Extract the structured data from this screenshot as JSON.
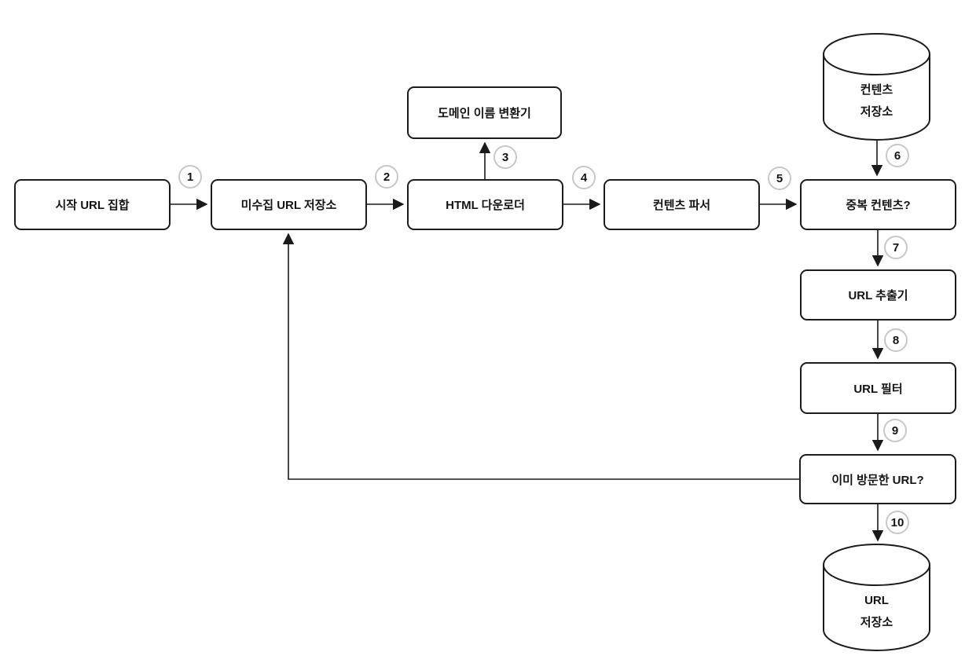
{
  "colors": {
    "background": "#ffffff",
    "node_border": "#1c1c1c",
    "edge_line": "#1a1a1a",
    "badge_border": "#c8c8c8",
    "text": "#141414"
  },
  "nodes": {
    "start_urls": {
      "label": "시작 URL 집합"
    },
    "url_frontier": {
      "label": "미수집 URL 저장소"
    },
    "html_downloader": {
      "label": "HTML 다운로더"
    },
    "dns_resolver": {
      "label": "도메인 이름 변환기"
    },
    "content_parser": {
      "label": "컨텐츠 파서"
    },
    "duplicate_content_check": {
      "label": "중복 컨텐츠?"
    },
    "content_storage": {
      "line1": "컨텐츠",
      "line2": "저장소"
    },
    "url_extractor": {
      "label": "URL 추출기"
    },
    "url_filter": {
      "label": "URL 필터"
    },
    "visited_url_check": {
      "label": "이미 방문한 URL?"
    },
    "url_storage": {
      "line1": "URL",
      "line2": "저장소"
    }
  },
  "steps": [
    "1",
    "2",
    "3",
    "4",
    "5",
    "6",
    "7",
    "8",
    "9",
    "10"
  ],
  "edges": [
    {
      "from": "start_urls",
      "to": "url_frontier",
      "step": "1"
    },
    {
      "from": "url_frontier",
      "to": "html_downloader",
      "step": "2"
    },
    {
      "from": "html_downloader",
      "to": "dns_resolver",
      "step": "3"
    },
    {
      "from": "html_downloader",
      "to": "content_parser",
      "step": "4"
    },
    {
      "from": "content_parser",
      "to": "duplicate_content_check",
      "step": "5"
    },
    {
      "from": "content_storage",
      "to": "duplicate_content_check",
      "step": "6"
    },
    {
      "from": "duplicate_content_check",
      "to": "url_extractor",
      "step": "7"
    },
    {
      "from": "url_extractor",
      "to": "url_filter",
      "step": "8"
    },
    {
      "from": "url_filter",
      "to": "visited_url_check",
      "step": "9"
    },
    {
      "from": "visited_url_check",
      "to": "url_storage",
      "step": "10"
    },
    {
      "from": "visited_url_check",
      "to": "url_frontier",
      "step": null
    }
  ]
}
